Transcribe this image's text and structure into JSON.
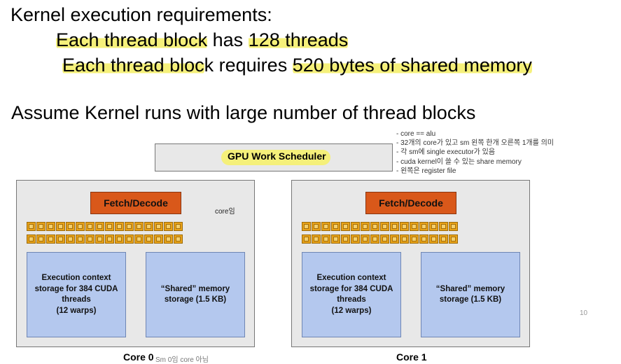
{
  "header": {
    "line1": "Kernel execution requirements:",
    "line2_a": "Each thread block",
    "line2_b": " has ",
    "line2_c": "128 threads",
    "line3_a": "Each thread bloc",
    "line3_b": "k requires ",
    "line3_c": "520 bytes of shared memory",
    "line4": "Assume Kernel runs with large number of thread blocks"
  },
  "notes": [
    "- core == alu",
    "- 32개의 core가 있고 sm 왼쪽 한개 오른쪽 1개를 의미",
    "- 각 sm에 single executor가 있음",
    "- cuda kernel이 쓸 수 있는 share memory",
    "- 왼쪽은 register file"
  ],
  "diagram": {
    "scheduler_label": "GPU Work Scheduler",
    "core_annotation": "core임",
    "cores": [
      {
        "fetch_label": "Fetch/Decode",
        "exec_label": "Execution context\nstorage for 384 CUDA\nthreads\n(12 warps)",
        "shared_label": "“Shared” memory\nstorage (1.5 KB)",
        "name": "Core 0",
        "note": "Sm 0임 core 아님"
      },
      {
        "fetch_label": "Fetch/Decode",
        "exec_label": "Execution context\nstorage for 384 CUDA\nthreads\n(12 warps)",
        "shared_label": "“Shared” memory\nstorage (1.5 KB)",
        "name": "Core 1"
      }
    ],
    "alu_rows": 2,
    "alu_per_row": 16,
    "colors": {
      "fetch": "#d9581a",
      "alu": "#e8a218",
      "storage": "#b4c8ee",
      "highlight": "#f5f07a"
    }
  },
  "page_number": "10"
}
